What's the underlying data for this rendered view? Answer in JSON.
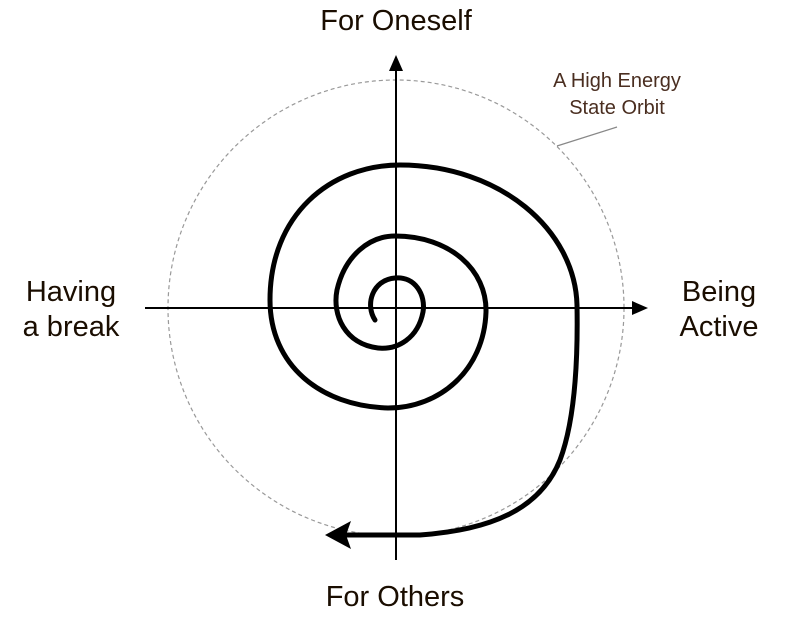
{
  "labels": {
    "top": "For Oneself",
    "bottom": "For Others",
    "left_line1": "Having",
    "left_line2": "a break",
    "right_line1": "Being",
    "right_line2": "Active"
  },
  "annotation": {
    "line1": "A High Energy",
    "line2": "State Orbit"
  },
  "colors": {
    "text": "#1a0d00",
    "annotation": "#4a2e20",
    "orbit": "#999999",
    "spiral": "#000000"
  }
}
